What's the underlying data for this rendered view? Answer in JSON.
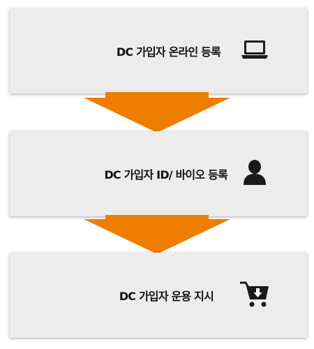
{
  "steps": [
    {
      "label": "DC 가입자 온라인 등록",
      "icon": "laptop-icon"
    },
    {
      "label": "DC 가입자 ID/ 바이오 등록",
      "icon": "user-icon"
    },
    {
      "label": "DC 가입자 운용 지시",
      "icon": "cart-download-icon"
    }
  ],
  "colors": {
    "box_background": "#ececec",
    "arrow": "#ef7d00",
    "text": "#111111",
    "icon": "#1a1a1a"
  }
}
